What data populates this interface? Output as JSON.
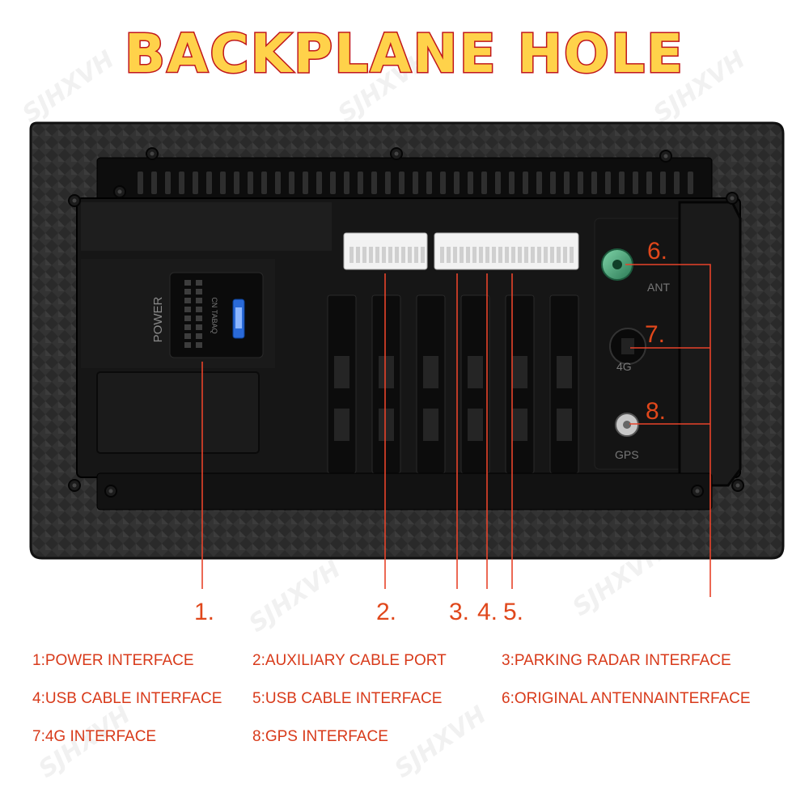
{
  "title": "BACKPLANE HOLE",
  "watermark": "SJHXVH",
  "device_labels": {
    "power": "POWER",
    "connector_code": "CN TABAQ",
    "ant": "ANT",
    "g4": "4G",
    "gps": "GPS"
  },
  "callouts": {
    "n1": "1.",
    "n2": "2.",
    "n3": "3.",
    "n4": "4.",
    "n5": "5.",
    "n6": "6.",
    "n7": "7.",
    "n8": "8."
  },
  "legend": {
    "l1": "1:POWER INTERFACE",
    "l2": "2:AUXILIARY CABLE PORT",
    "l3": "3:PARKING RADAR INTERFACE",
    "l4": "4:USB CABLE INTERFACE",
    "l5": "5:USB CABLE INTERFACE",
    "l6": "6:ORIGINAL ANTENNAINTERFACE",
    "l7": "7:4G INTERFACE",
    "l8": "8:GPS INTERFACE"
  },
  "colors": {
    "callout": "#e0471b",
    "legend": "#d83a1a",
    "title_fill": "#ffd24a",
    "title_stroke": "#c0161b"
  }
}
